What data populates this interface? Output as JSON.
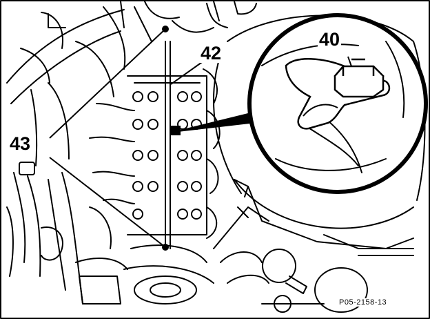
{
  "labels": {
    "part_40": "40",
    "part_42": "42",
    "part_43": "43"
  },
  "figure_code": "P05-2158-13",
  "colors": {
    "ink": "#000000",
    "paper": "#ffffff"
  }
}
